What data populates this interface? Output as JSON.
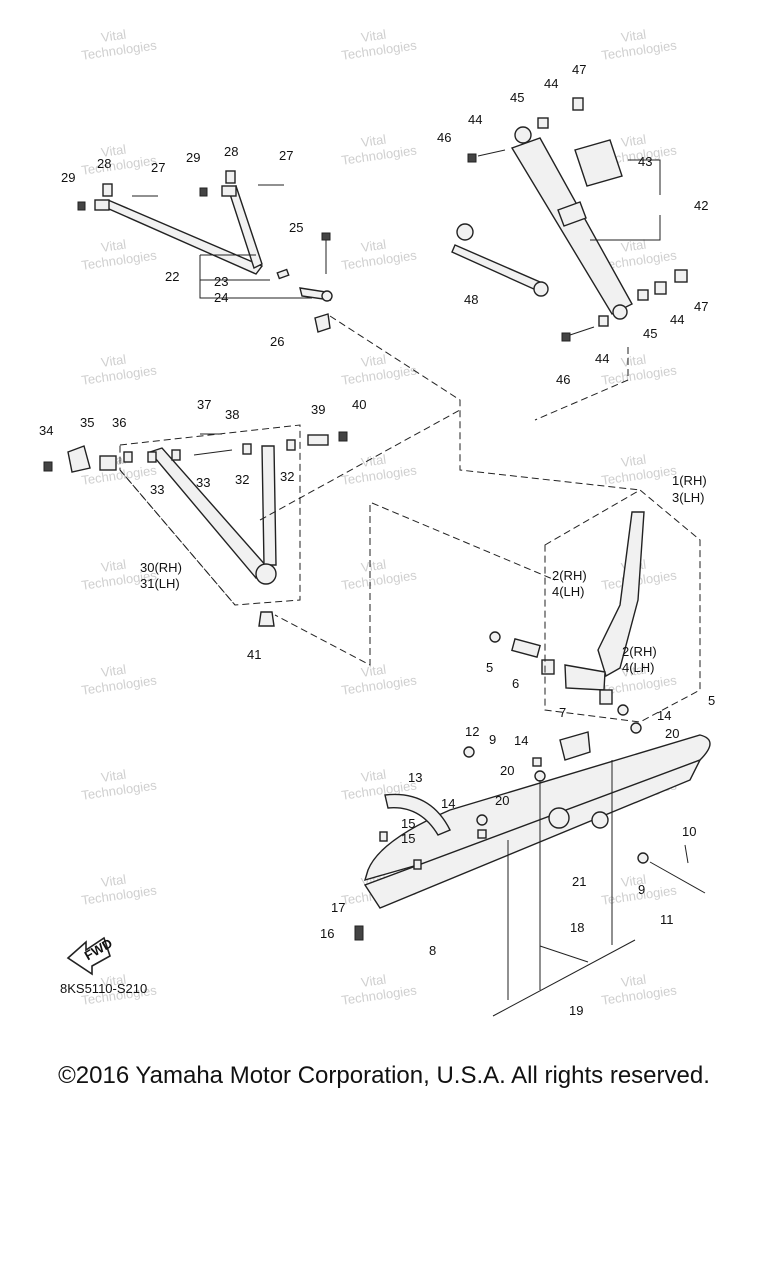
{
  "diagram": {
    "part_labels": [
      "1(RH)",
      "3(LH)",
      "2(RH)",
      "4(LH)",
      "5",
      "6",
      "2(RH)",
      "4(LH)",
      "5",
      "7",
      "8",
      "9",
      "9",
      "10",
      "11",
      "12",
      "13",
      "14",
      "14",
      "14",
      "15",
      "15",
      "16",
      "17",
      "18",
      "19",
      "20",
      "20",
      "20",
      "21",
      "22",
      "23",
      "24",
      "25",
      "26",
      "27",
      "27",
      "28",
      "28",
      "29",
      "29",
      "30(RH)",
      "31(LH)",
      "32",
      "32",
      "33",
      "33",
      "34",
      "35",
      "36",
      "37",
      "38",
      "39",
      "40",
      "41",
      "42",
      "43",
      "44",
      "44",
      "44",
      "44",
      "45",
      "45",
      "46",
      "46",
      "47",
      "47",
      "48"
    ],
    "fwd_label": "FWD",
    "code": "8KS5110-S210",
    "watermark_line1": "Vital",
    "watermark_line2": "Technologies"
  },
  "footer": {
    "copyright": "©2016 Yamaha Motor Corporation, U.S.A. All rights reserved."
  }
}
